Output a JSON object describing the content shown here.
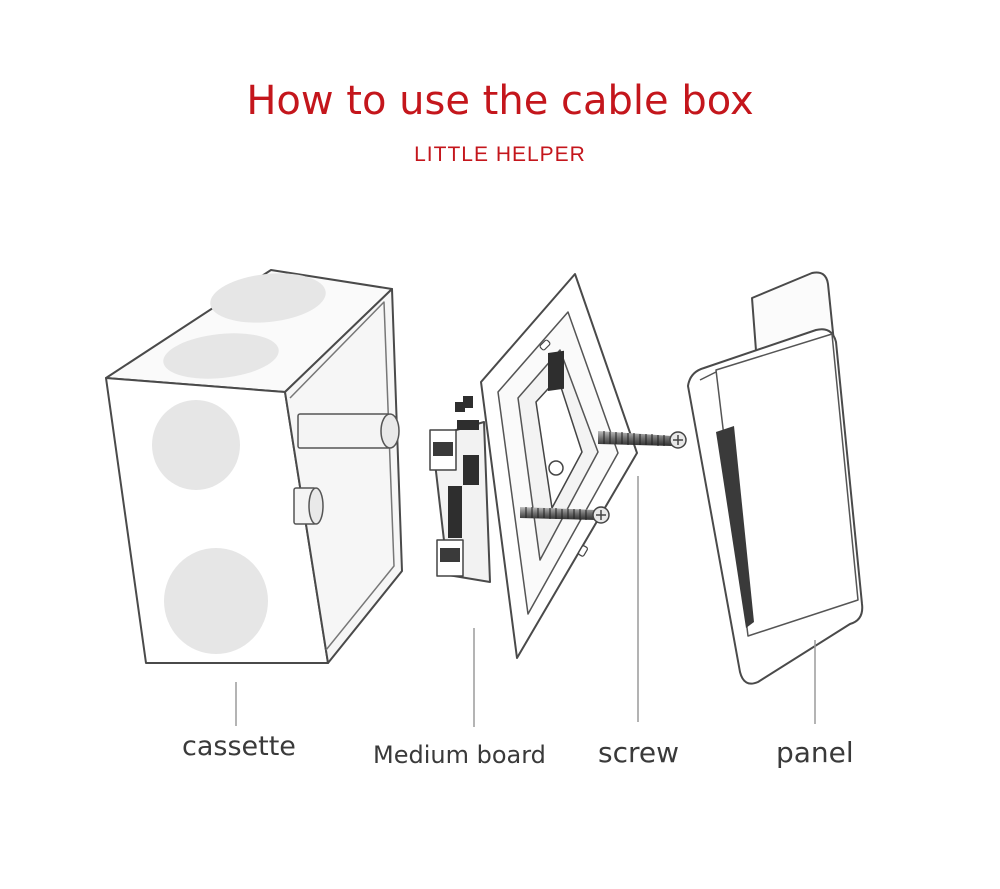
{
  "header": {
    "title": "How to use the cable box",
    "subtitle": "LITTLE HELPER"
  },
  "parts": {
    "cassette": "cassette",
    "medium_board": "Medium board",
    "screw": "screw",
    "panel": "panel"
  },
  "colors": {
    "accent": "#c4161c",
    "outline": "#4a4a4a",
    "knockout": "#e6e6e6",
    "leader": "#9a9a9a"
  }
}
